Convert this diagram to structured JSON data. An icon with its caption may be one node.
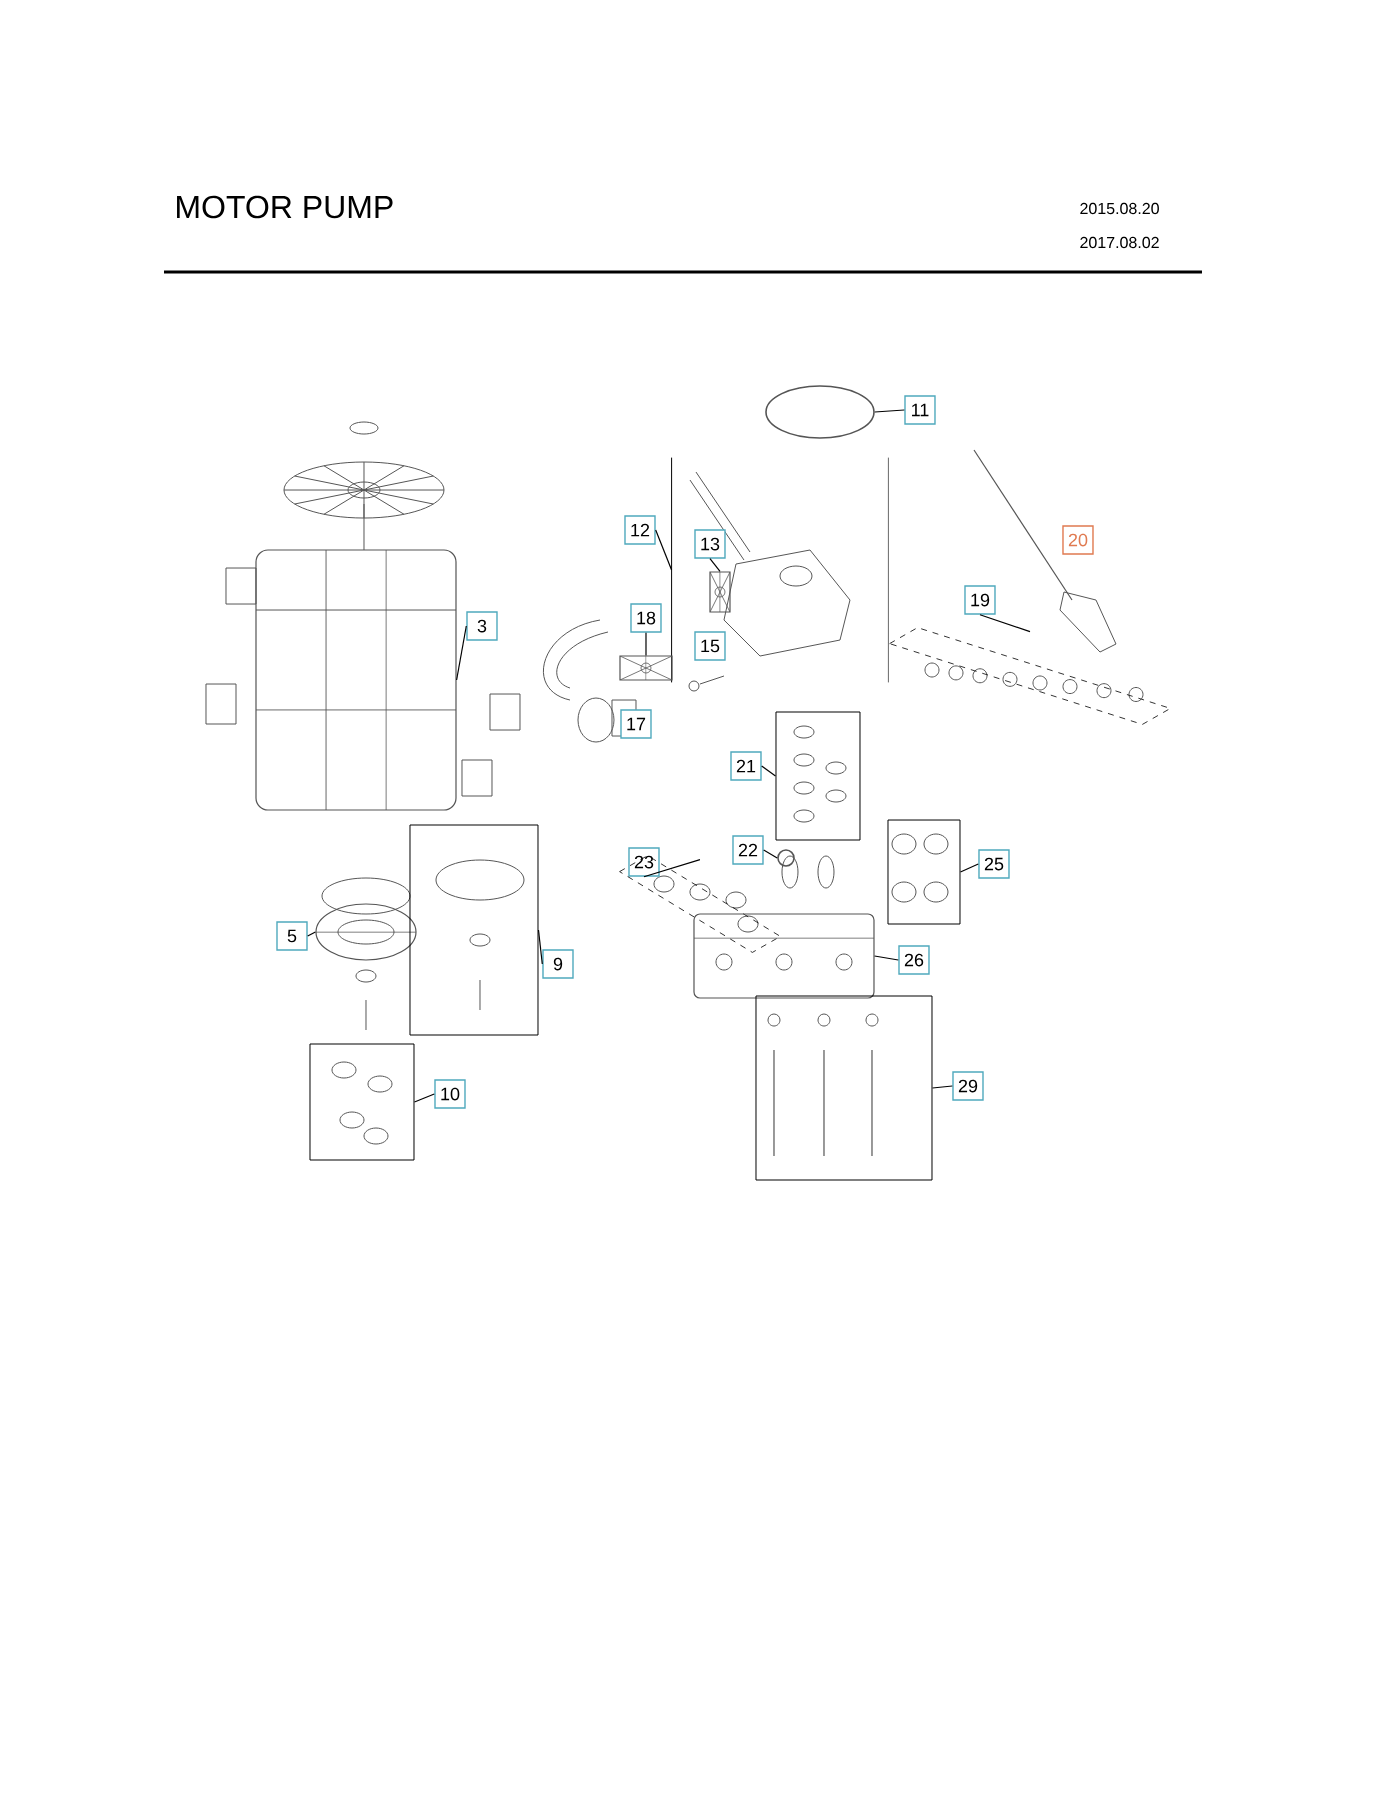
{
  "diagram": {
    "title": "MOTOR PUMP",
    "nodes": [
      {
        "text": [
          "3"
        ]
      },
      {
        "text": [],
        "shape": "picture"
      },
      {
        "text": [
          "5"
        ]
      },
      {
        "text": [],
        "shape": "picture"
      },
      {
        "text": [
          "9"
        ]
      },
      {
        "text": [],
        "shape": "box"
      },
      {
        "text": [
          "10"
        ]
      },
      {
        "text": [],
        "shape": "box"
      },
      {
        "text": [
          "11"
        ]
      },
      {
        "text": [],
        "shape": "circle"
      },
      {
        "text": [
          "12"
        ]
      },
      {
        "text": [],
        "shape": "box"
      },
      {
        "text": [
          "13"
        ],
        "in": 11
      },
      {
        "text": [],
        "shape": "picture",
        "in": 11
      },
      {
        "text": [
          "15"
        ],
        "in": 11
      },
      {
        "text": [
          "17"
        ]
      },
      {
        "text": [
          "18"
        ]
      },
      {
        "text": [],
        "shape": "picture"
      },
      {
        "text": [
          "19"
        ]
      },
      {
        "text": [],
        "shape": "box"
      },
      {
        "text": [
          "20"
        ]
      },
      {
        "text": [
          "21"
        ]
      },
      {
        "text": [],
        "shape": "box"
      },
      {
        "text": [
          "22"
        ]
      },
      {
        "text": [],
        "shape": "circle"
      },
      {
        "text": [
          "23"
        ]
      },
      {
        "text": [],
        "shape": "box"
      },
      {
        "text": [
          "25"
        ]
      },
      {
        "text": [],
        "shape": "box"
      },
      {
        "text": [
          "26"
        ]
      },
      {
        "text": [],
        "shape": "picture"
      },
      {
        "text": [
          "29"
        ]
      },
      {
        "text": [],
        "shape": "box"
      }
    ],
    "edges": [
      {
        "from": 0,
        "to": 1,
        "arrow": "none"
      },
      {
        "from": 2,
        "to": 3,
        "arrow": "none"
      },
      {
        "from": 4,
        "to": 5,
        "arrow": "none"
      },
      {
        "from": 6,
        "to": 7,
        "arrow": "none"
      },
      {
        "from": 8,
        "to": 9,
        "arrow": "none"
      },
      {
        "from": 10,
        "to": 11,
        "arrow": "none"
      },
      {
        "from": 12,
        "to": 13,
        "arrow": "none"
      },
      {
        "from": 16,
        "to": 17,
        "arrow": "none"
      },
      {
        "from": 18,
        "to": 19,
        "arrow": "none"
      },
      {
        "from": 21,
        "to": 22,
        "arrow": "none"
      },
      {
        "from": 23,
        "to": 24,
        "arrow": "none"
      },
      {
        "from": 25,
        "to": 26,
        "arrow": "none"
      },
      {
        "from": 27,
        "to": 28,
        "arrow": "none"
      },
      {
        "from": 29,
        "to": 30,
        "arrow": "none"
      },
      {
        "from": 31,
        "to": 32,
        "arrow": "none"
      }
    ],
    "labels": [
      "2015.08.20",
      "2017.08.02"
    ]
  }
}
